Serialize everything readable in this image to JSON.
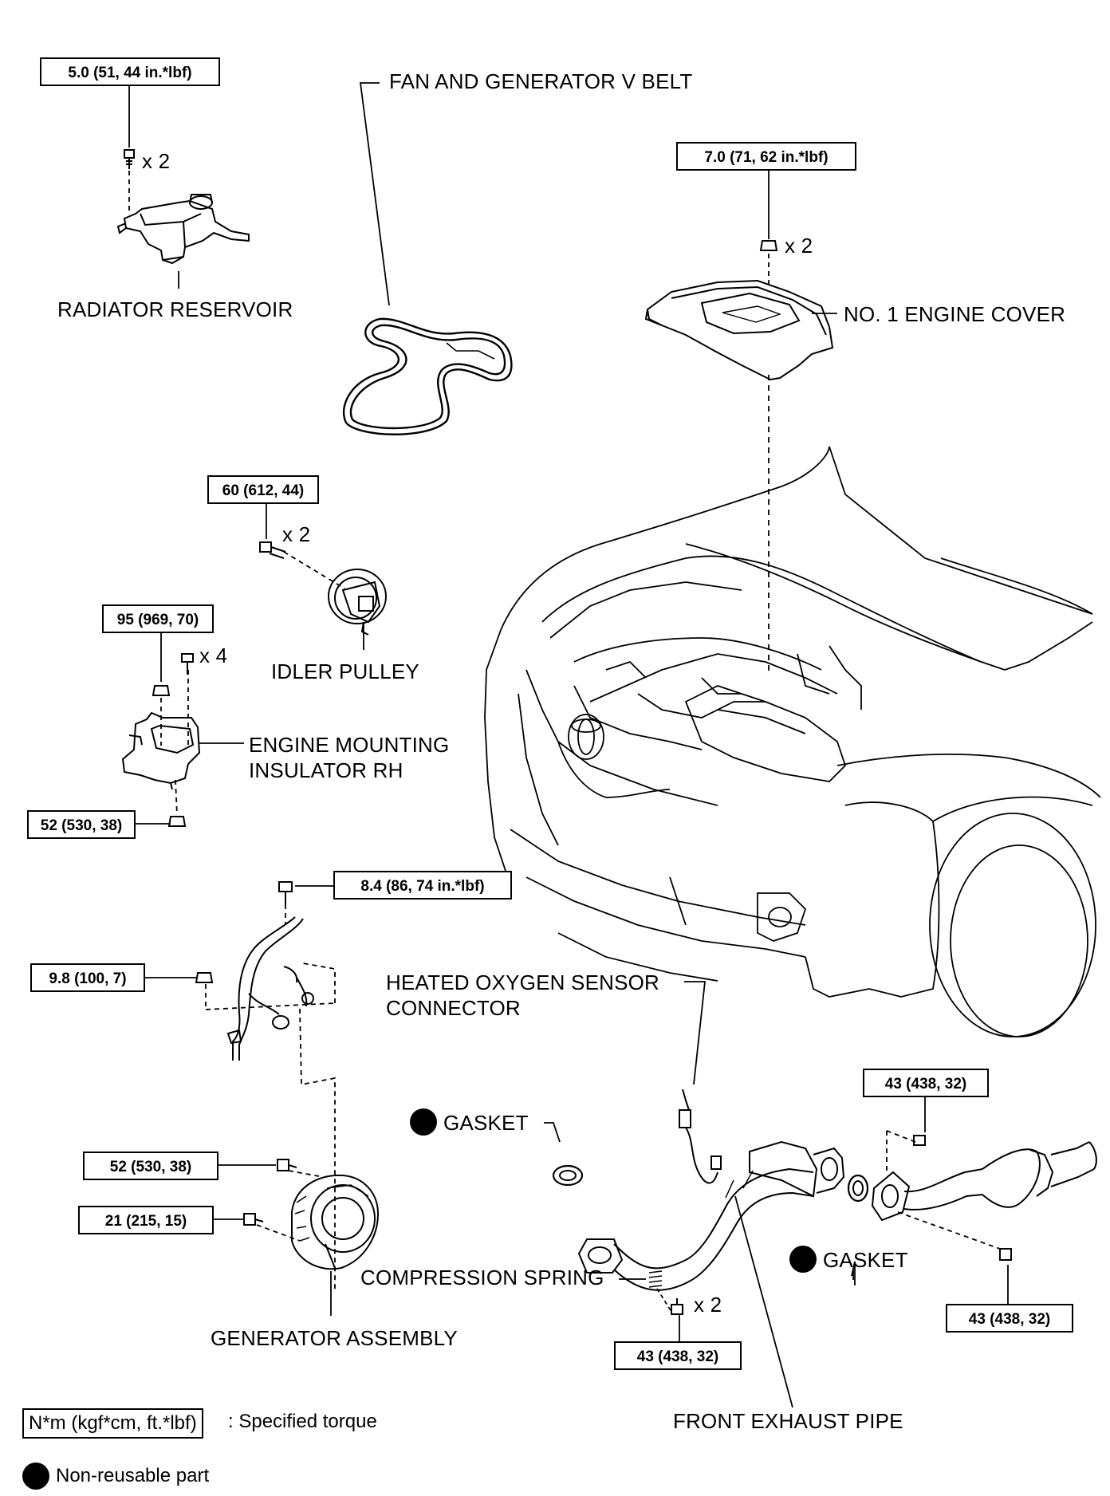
{
  "labels": {
    "fan_belt": "FAN AND GENERATOR V BELT",
    "radiator_reservoir": "RADIATOR RESERVOIR",
    "engine_cover": "NO. 1 ENGINE COVER",
    "idler_pulley": "IDLER PULLEY",
    "engine_mount_line1": "ENGINE MOUNTING",
    "engine_mount_line2": "INSULATOR RH",
    "o2_connector_line1": "HEATED OXYGEN SENSOR",
    "o2_connector_line2": "CONNECTOR",
    "gasket_left": "GASKET",
    "gasket_right": "GASKET",
    "compression_spring": "COMPRESSION SPRING",
    "generator_assembly": "GENERATOR ASSEMBLY",
    "front_exhaust_pipe": "FRONT EXHAUST PIPE"
  },
  "quantities": {
    "reservoir_bolts": "x 2",
    "cover_nuts": "x 2",
    "idler_bolt": "x 2",
    "mount_bolts": "x 4",
    "spring_bolts": "x 2"
  },
  "torques": {
    "reservoir": "5.0 (51, 44 in.*lbf)",
    "engine_cover": "7.0 (71, 62 in.*lbf)",
    "idler_pulley": "60 (612, 44)",
    "mount_top": "95 (969, 70)",
    "mount_bottom": "52 (530, 38)",
    "wire_bolt": "8.4 (86, 74 in.*lbf)",
    "wire_nut": "9.8 (100, 7)",
    "generator_upper": "52 (530, 38)",
    "generator_lower": "21 (215, 15)",
    "exhaust_upper_right": "43 (438, 32)",
    "exhaust_lower_right": "43 (438, 32)",
    "exhaust_bottom": "43 (438, 32)"
  },
  "legend": {
    "torque_box": "N*m (kgf*cm, ft.*lbf)",
    "torque_desc": ": Specified torque",
    "nonreusable_desc": "Non-reusable part"
  }
}
